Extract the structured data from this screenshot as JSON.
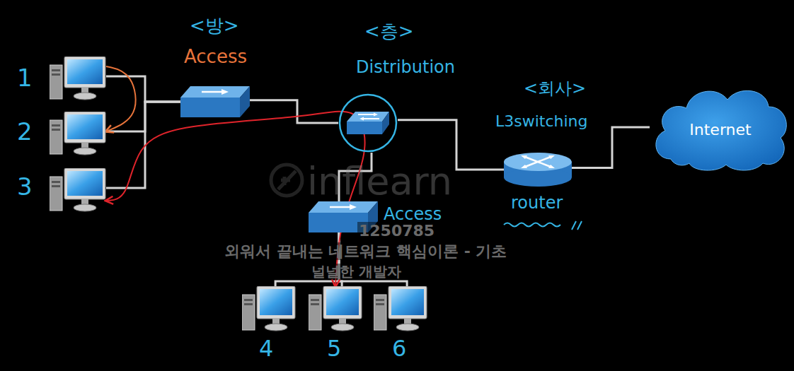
{
  "diagram": {
    "nodes": [
      {
        "text": [
          "1"
        ]
      },
      {
        "text": [
          "2"
        ]
      },
      {
        "text": [
          "3"
        ]
      },
      {
        "text": [
          "<방>",
          "Access"
        ]
      },
      {
        "text": [
          "<층>",
          "Distribution"
        ]
      },
      {
        "text": [
          "<회사>",
          "L3switching",
          "router"
        ]
      },
      {
        "text": [
          "Internet"
        ]
      },
      {
        "text": [
          "Access"
        ]
      },
      {
        "text": [
          "4"
        ]
      },
      {
        "text": [
          "5"
        ]
      },
      {
        "text": [
          "6"
        ]
      }
    ],
    "edges": [
      {
        "from": 0,
        "to": 3,
        "arrow": "none"
      },
      {
        "from": 1,
        "to": 3,
        "arrow": "none"
      },
      {
        "from": 2,
        "to": 3,
        "arrow": "none"
      },
      {
        "from": 3,
        "to": 4,
        "arrow": "none"
      },
      {
        "from": 4,
        "to": 5,
        "arrow": "none"
      },
      {
        "from": 5,
        "to": 6,
        "arrow": "none"
      },
      {
        "from": 4,
        "to": 7,
        "arrow": "none"
      },
      {
        "from": 7,
        "to": 8,
        "arrow": "none"
      },
      {
        "from": 7,
        "to": 9,
        "arrow": "none"
      },
      {
        "from": 7,
        "to": 10,
        "arrow": "none"
      },
      {
        "from": 0,
        "to": 1,
        "arrow": "to"
      },
      {
        "from": 2,
        "to": 9,
        "arrow": "both"
      }
    ],
    "labels": [
      "inflearn",
      "1250785",
      "외워서 끝내는 네트워크 핵심이론 - 기초",
      "널널한 개발자"
    ]
  }
}
